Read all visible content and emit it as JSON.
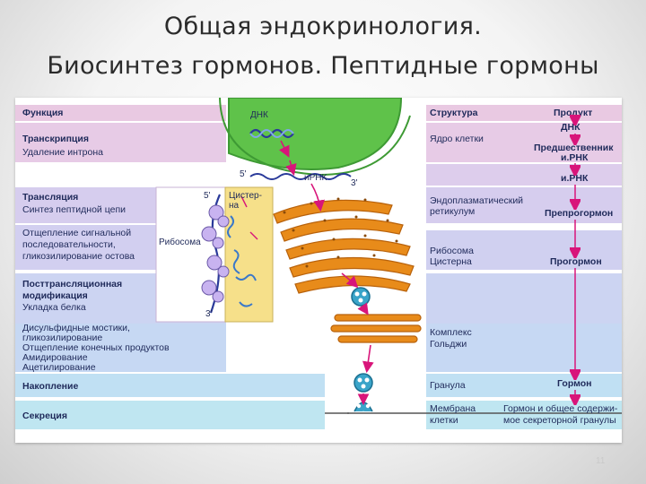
{
  "slide": {
    "title_line1": "Общая эндокринология.",
    "title_line2": "Биосинтез гормонов. Пептидные гормоны",
    "page_number": "11"
  },
  "left_column": {
    "header": "Функция",
    "transcription": {
      "title": "Транскрипция",
      "detail": "Удаление интрона"
    },
    "translation": {
      "title": "Трансляция",
      "detail": "Синтез пептидной цепи",
      "detail2_line1": "Отщепление сигнальной",
      "detail2_line2": "последовательности,",
      "detail2_line3": "гликозилирование остова"
    },
    "posttranslational": {
      "title_line1": "Посттрансляционная",
      "title_line2": "модификация",
      "detail_line1": "Укладка белка",
      "detail_line2": "Дисульфидные мостики,",
      "detail_line3": "гликозилирование",
      "detail_line4": "Отщепление конечных продуктов",
      "detail_line5": "Амидирование",
      "detail_line6": "Ацетилирование"
    },
    "storage": "Накопление",
    "secretion": "Секреция"
  },
  "diagram": {
    "dna": "ДНК",
    "five_prime_top": "5'",
    "mrna": "иРНК",
    "three_prime_top": "3'",
    "five_prime_inset": "5'",
    "cistern_line1": "Цистер-",
    "cistern_line2": "на",
    "ribosome": "Рибосома",
    "three_prime_inset": "3'"
  },
  "structure_column": {
    "header": "Структура",
    "nucleus": "Ядро клетки",
    "er_line1": "Эндоплазматический",
    "er_line2": "ретикулум",
    "ribosome": "Рибосома",
    "cistern": "Цистерна",
    "golgi_line1": "Комплекс",
    "golgi_line2": "Гольджи",
    "granule": "Гранула",
    "membrane_line1": "Мембрана",
    "membrane_line2": "клетки"
  },
  "product_column": {
    "header": "Продукт",
    "dna": "ДНК",
    "precursor_line1": "Предшественник",
    "precursor_line2": "и.РНК",
    "mrna": "и.РНК",
    "preprohormone": "Препрогормон",
    "prohormone": "Прогормон",
    "hormone": "Гормон",
    "secretion_line1": "Гормон и общее содержи-",
    "secretion_line2": "мое секреторной гранулы"
  },
  "colors": {
    "band_pink": "#e9c9e2",
    "band_lilac": "#d4cdee",
    "band_lavender": "#cbd3f2",
    "band_blue": "#c1dbf5",
    "band_cyan": "#bfe6f1",
    "nucleus_green": "#5fc24a",
    "er_orange": "#e88b1a",
    "inset_yellow": "#f6e08a",
    "arrow_magenta": "#d8157a",
    "text_navy": "#1f2a5a"
  }
}
